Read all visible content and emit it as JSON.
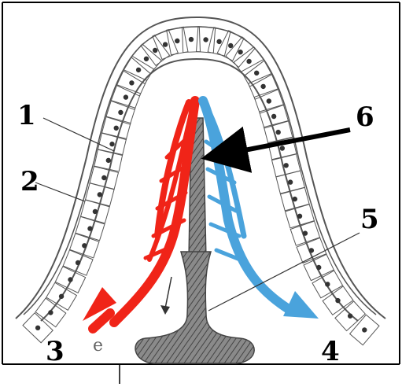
{
  "labels": {
    "l1": "1",
    "l2": "2",
    "l3": "3",
    "l4": "4",
    "l5": "5",
    "l6": "6",
    "stray": "e"
  },
  "colors": {
    "artery": "#f02418",
    "vein": "#4aa3dc",
    "lymph": "#777777",
    "cell_border": "#555555",
    "nucleus": "#333333",
    "label": "#000000",
    "frame": "#000000"
  }
}
